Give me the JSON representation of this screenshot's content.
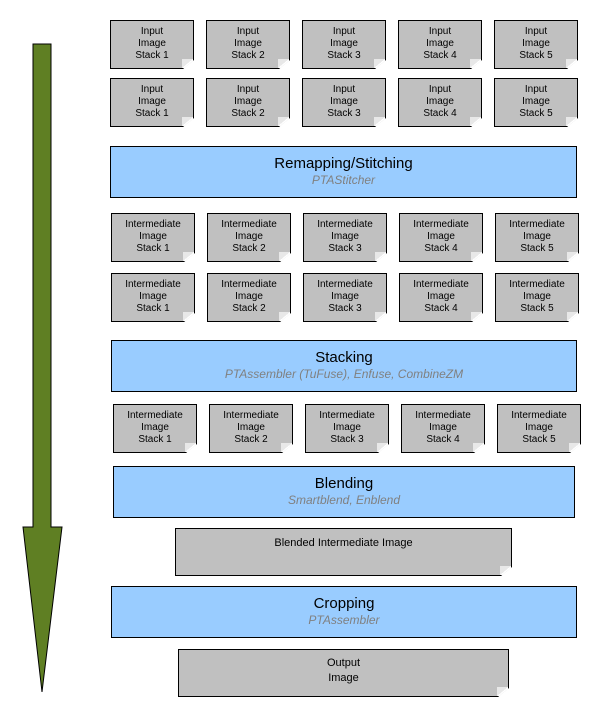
{
  "colors": {
    "arrow": "#5f7f23",
    "process": "#99ccff",
    "document": "#c0c0c0"
  },
  "rows": {
    "input_1": [
      "Input\nImage\nStack 1",
      "Input\nImage\nStack 2",
      "Input\nImage\nStack 3",
      "Input\nImage\nStack 4",
      "Input\nImage\nStack 5"
    ],
    "input_2": [
      "Input\nImage\nStack 1",
      "Input\nImage\nStack 2",
      "Input\nImage\nStack 3",
      "Input\nImage\nStack 4",
      "Input\nImage\nStack 5"
    ],
    "intermediate_1": [
      "Intermediate\nImage\nStack 1",
      "Intermediate\nImage\nStack 2",
      "Intermediate\nImage\nStack 3",
      "Intermediate\nImage\nStack 4",
      "Intermediate\nImage\nStack 5"
    ],
    "intermediate_2": [
      "Intermediate\nImage\nStack 1",
      "Intermediate\nImage\nStack 2",
      "Intermediate\nImage\nStack 3",
      "Intermediate\nImage\nStack 4",
      "Intermediate\nImage\nStack 5"
    ],
    "intermediate_3": [
      "Intermediate\nImage\nStack 1",
      "Intermediate\nImage\nStack 2",
      "Intermediate\nImage\nStack 3",
      "Intermediate\nImage\nStack 4",
      "Intermediate\nImage\nStack 5"
    ]
  },
  "processes": {
    "remapping": {
      "title": "Remapping/Stitching",
      "tool": "PTAStitcher"
    },
    "stacking": {
      "title": "Stacking",
      "tool": "PTAssembler (TuFuse), Enfuse, CombineZM"
    },
    "blending": {
      "title": "Blending",
      "tool": "Smartblend, Enblend"
    },
    "cropping": {
      "title": "Cropping",
      "tool": "PTAssembler"
    }
  },
  "outputs": {
    "blended": "Blended Intermediate Image",
    "final": "Output\nImage"
  }
}
